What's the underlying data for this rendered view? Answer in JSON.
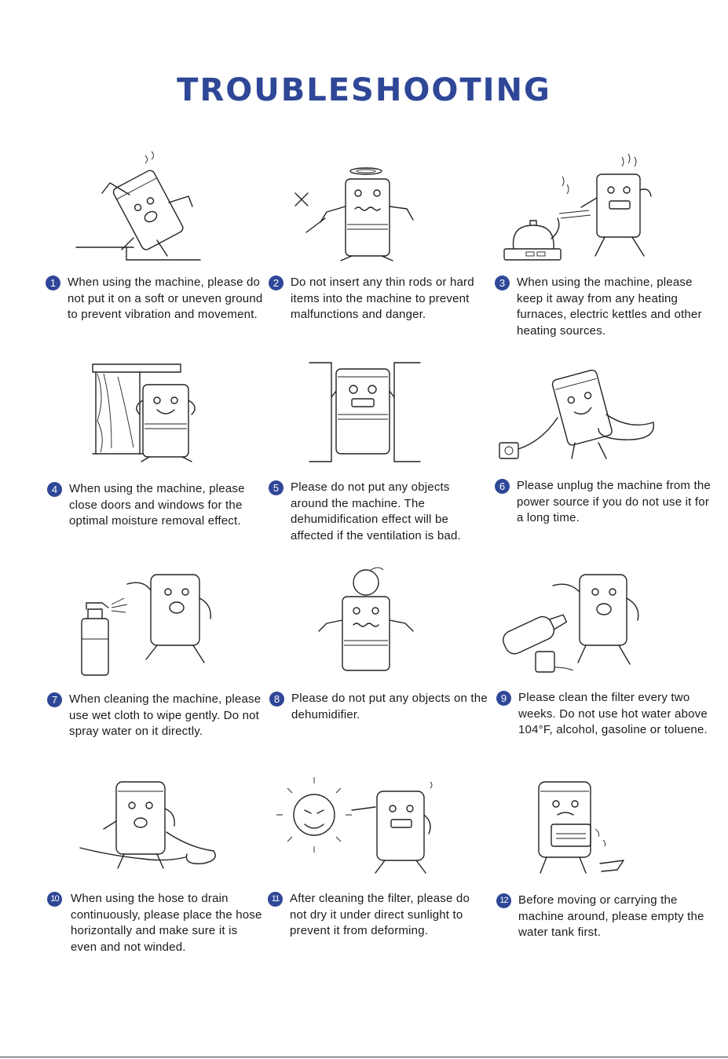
{
  "title": "TROUBLESHOOTING",
  "tips": [
    {
      "num": "1",
      "text": "When using the machine, please do not put it on a soft or uneven ground to prevent vibration and movement.",
      "icon": "machine-slipping-icon"
    },
    {
      "num": "2",
      "text": "Do not insert any thin rods or hard items into the machine to prevent malfunctions and danger.",
      "icon": "no-rods-icon"
    },
    {
      "num": "3",
      "text": "When using the machine, please keep it away from any heating furnaces, electric kettles and other heating sources.",
      "icon": "heat-source-icon"
    },
    {
      "num": "4",
      "text": "When using the machine, please close doors and windows for the optimal moisture removal effect.",
      "icon": "closed-window-icon"
    },
    {
      "num": "5",
      "text": "Please do not put any objects around the machine. The dehumidification effect will be affected if the ventilation is bad.",
      "icon": "blocked-ventilation-icon"
    },
    {
      "num": "6",
      "text": "Please unplug the machine from the power source if you do not use it for a long time.",
      "icon": "unplug-icon"
    },
    {
      "num": "7",
      "text": "When cleaning the machine, please use wet cloth to wipe gently. Do not spray water on it directly.",
      "icon": "spray-bottle-icon"
    },
    {
      "num": "8",
      "text": "Please do not put any objects on the dehumidifier.",
      "icon": "object-on-top-icon"
    },
    {
      "num": "9",
      "text": "Please clean the filter every two weeks. Do not use hot water above 104°F, alcohol, gasoline or toluene.",
      "icon": "chemical-bottle-icon"
    },
    {
      "num": "10",
      "text": "When using the hose to drain continuously, please place the hose horizontally and make sure it is even and not winded.",
      "icon": "drain-hose-icon"
    },
    {
      "num": "11",
      "text": "After cleaning the filter, please do not dry it under direct sunlight to prevent it from deforming.",
      "icon": "sunlight-icon"
    },
    {
      "num": "12",
      "text": "Before moving or carrying the machine around, please empty the water tank first.",
      "icon": "empty-tank-icon"
    }
  ]
}
